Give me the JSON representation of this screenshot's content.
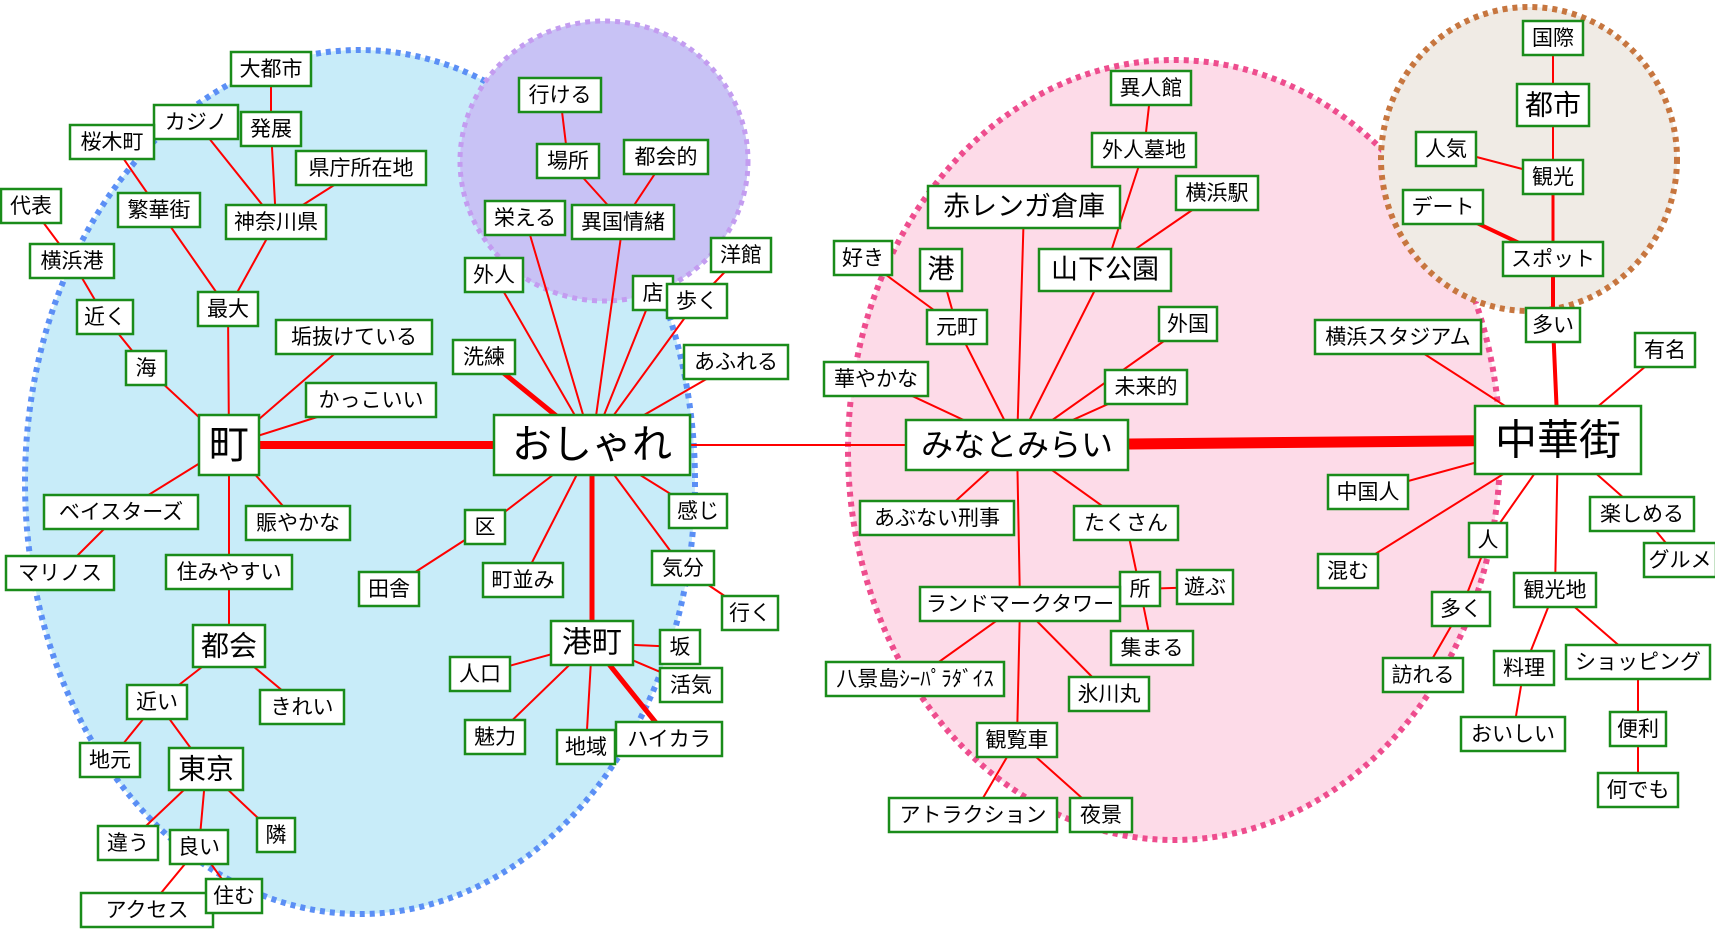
{
  "colors": {
    "edge": "#ff0000",
    "node_border": "#1a8c1a",
    "node_fill": "#ffffff",
    "text": "#000000",
    "cluster_blue_fill": "#c8ecf9",
    "cluster_blue_border": "#5b8ff5",
    "cluster_purple_fill": "#c8c2f5",
    "cluster_purple_border": "#c39cf0",
    "cluster_pink_fill": "#fddbe8",
    "cluster_pink_border": "#ee4d8e",
    "cluster_brown_fill": "#f0ebe5",
    "cluster_brown_border": "#c7763f"
  },
  "nodes": {
    "oshare": "おしゃれ",
    "machi": "町",
    "minatomirai": "みなとみらい",
    "chukagai": "中華街",
    "minatomachi": "港町",
    "tokai": "都会",
    "tokyo": "東京",
    "aka_renga": "赤レンガ倉庫",
    "yamashita": "山下公園",
    "minato": "港",
    "toshi": "都市",
    "daitoshi": "大都市",
    "kajino": "カジノ",
    "hatten": "発展",
    "kenchou": "県庁所在地",
    "sakuragicho": "桜木町",
    "hankagai": "繁華街",
    "kanagawa": "神奈川県",
    "daihyou": "代表",
    "yokohamakou": "横浜港",
    "chikaku": "近く",
    "umi": "海",
    "saidai": "最大",
    "akanuke": "垢抜けている",
    "kakkoii": "かっこいい",
    "baystars": "ベイスターズ",
    "nigiyaka": "賑やかな",
    "marinos": "マリノス",
    "sumiyasui": "住みやすい",
    "chikai": "近い",
    "kirei": "きれい",
    "jimoto": "地元",
    "chigau": "違う",
    "ii": "良い",
    "tonari": "隣",
    "access": "アクセス",
    "sumu": "住む",
    "ikeru": "行ける",
    "basho": "場所",
    "tokaiteki": "都会的",
    "sakaeru": "栄える",
    "ikoku": "異国情緒",
    "gaijin": "外人",
    "mise": "店",
    "youkan": "洋館",
    "aruku": "歩く",
    "senren": "洗練",
    "afureru": "あふれる",
    "kanji": "感じ",
    "ku": "区",
    "kibun": "気分",
    "inaka": "田舎",
    "machinami": "町並み",
    "iku": "行く",
    "saka": "坂",
    "jinkou": "人口",
    "kakki": "活気",
    "miryoku": "魅力",
    "chiiki": "地域",
    "haikara": "ハイカラ",
    "ijinkan": "異人館",
    "gaijinbochi": "外人墓地",
    "yokohamaeki": "横浜駅",
    "suki": "好き",
    "motomachi": "元町",
    "gaikoku": "外国",
    "hanayaka": "華やかな",
    "miraiteki": "未来的",
    "abunai": "あぶない刑事",
    "takusan": "たくさん",
    "tokoro": "所",
    "asobu": "遊ぶ",
    "landmark": "ランドマークタワー",
    "atsumaru": "集まる",
    "hakkeijima": "八景島ｼｰﾊﾟﾗﾀﾞｲｽ",
    "hikawamaru": "氷川丸",
    "kanransha": "観覧車",
    "attraction": "アトラクション",
    "yakei": "夜景",
    "kokusai": "国際",
    "ninki": "人気",
    "kankou": "観光",
    "date": "デート",
    "spot": "スポット",
    "ooi": "多い",
    "stadium": "横浜スタジアム",
    "yuumei": "有名",
    "chugokujin": "中国人",
    "komu": "混む",
    "hito": "人",
    "tanoshimeru": "楽しめる",
    "gourmet": "グルメ",
    "ooku": "多く",
    "kankouchi": "観光地",
    "otozureru": "訪れる",
    "ryouri": "料理",
    "shopping": "ショッピング",
    "oishii": "おいしい",
    "benri": "便利",
    "nandemo": "何でも"
  }
}
